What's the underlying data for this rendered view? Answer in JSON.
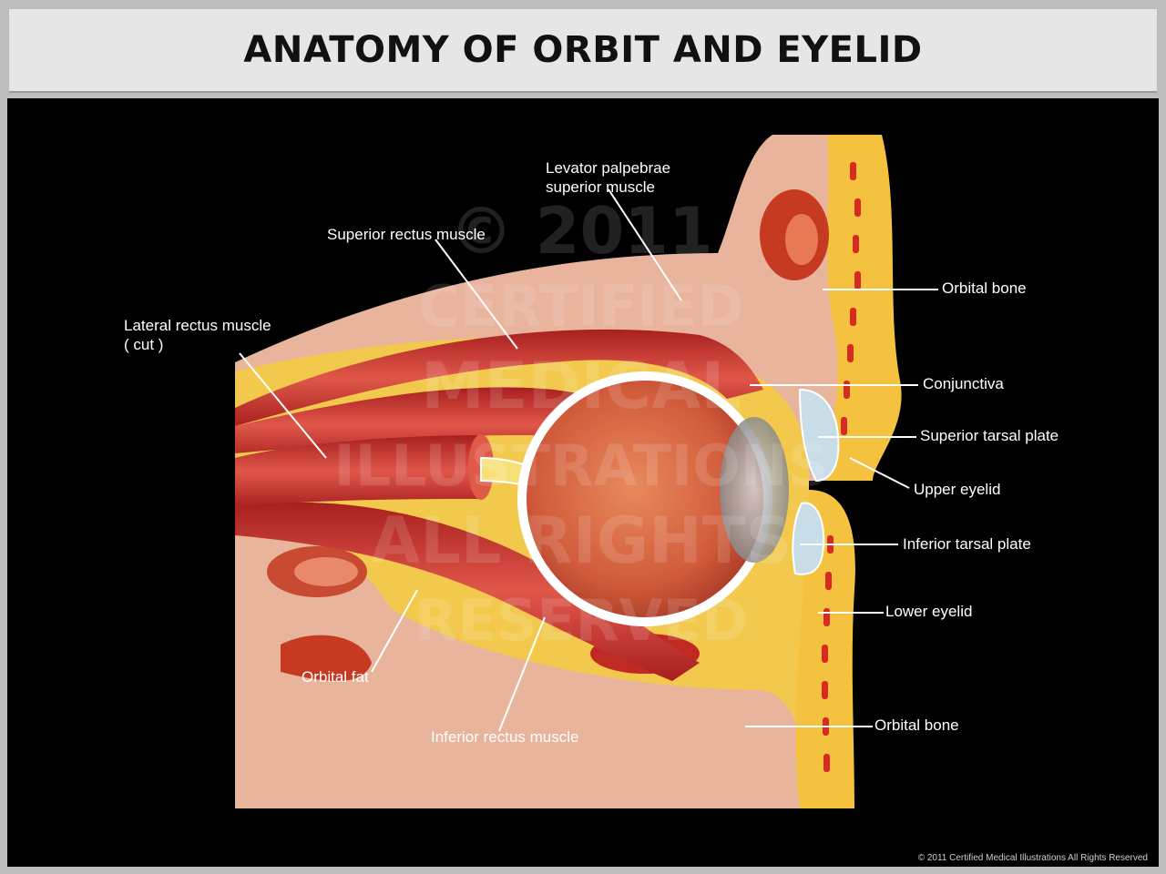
{
  "title": "ANATOMY OF ORBIT AND EYELID",
  "labels": {
    "levator_1": "Levator palpebrae",
    "levator_2": "superior muscle",
    "superior_rectus": "Superior rectus muscle",
    "lateral_rectus_1": "Lateral  rectus muscle",
    "lateral_rectus_2": "( cut )",
    "orbital_bone_top": "Orbital bone",
    "conjunctiva": "Conjunctiva",
    "superior_tarsal_plate": "Superior tarsal plate",
    "upper_eyelid": "Upper eyelid",
    "inferior_tarsal_plate": "Inferior tarsal plate",
    "lower_eyelid": "Lower eyelid",
    "orbital_fat": "Orbital fat",
    "inferior_rectus": "Inferior rectus muscle",
    "orbital_bone_bottom": "Orbital bone"
  },
  "watermark": [
    "© 2011",
    "CERTIFIED",
    "MEDICAL",
    "ILLUSTRATIONS",
    "ALL RIGHTS",
    "RESERVED"
  ],
  "copyright": "© 2011 Certified Medical Illustrations All Rights Reserved",
  "colors": {
    "fat": "#f2c94c",
    "muscle": "#c8302c",
    "bone": "#e9b7a0",
    "background": "#000000"
  }
}
